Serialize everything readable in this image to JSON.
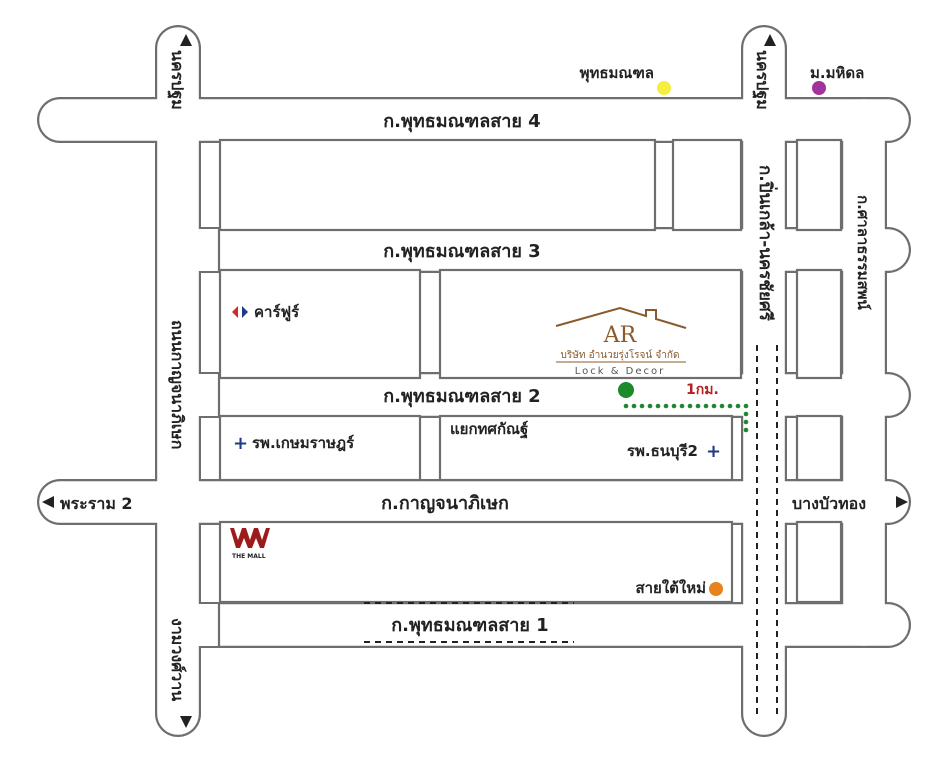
{
  "roads": {
    "phutthamonthon_4": "ก.พุทธมณฑลสาย 4",
    "phutthamonthon_3": "ก.พุทธมณฑลสาย 3",
    "phutthamonthon_2": "ก.พุทธมณฑลสาย 2",
    "phutthamonthon_1": "ก.พุทธมณฑลสาย 1",
    "kanchanaphisek": "ก.กาญจนาภิเษก",
    "borommaratchachonnani": "ก.ปิ่นเกล้า-นครชัยศรี",
    "sala_thammasop": "ก.ศาลาธรรมสพน์",
    "kanchanaphisek_ring": "ถนนกาญจนาภิเษก"
  },
  "directions": {
    "nakhon_pathom_left": "นครปฐม",
    "nakhon_pathom_right": "นครปฐม",
    "rama_2": "พระราม 2",
    "bang_bua_thong": "บางบัวทอง",
    "ngam_wong_wan": "งามวงศ์วาน"
  },
  "places": {
    "phutthamonthon": "พุทธมณฑล",
    "mahidol": "ม.มหิดล",
    "carrefour": "คาร์ฟูร์",
    "kasemrad": "รพ.เกษมราษฎร์",
    "thonburi2": "รพ.ธนบุรี2",
    "thotsakan_junction": "แยกทศกัณฐ์",
    "sai_tai_mai": "สายใต้ใหม่",
    "distance": "1กม."
  },
  "company": {
    "logo_text": "AR",
    "name_th": "บริษัท อำนวยรุ่งโรจน์ จำกัด",
    "tagline": "Lock & Decor"
  },
  "the_mall": {
    "logo_text": "THE MALL"
  },
  "colors": {
    "road_outline": "#6e6e6e",
    "phutthamonthon_dot": "#f5ee3c",
    "mahidol_dot": "#a2339a",
    "sai_tai_mai_dot": "#e8821e",
    "route_green": "#1a8a2a",
    "distance_red": "#b52020",
    "company_brown": "#8a5a2b",
    "hospital_cross": "#1f3a8a",
    "the_mall_red": "#9c1c1c"
  }
}
